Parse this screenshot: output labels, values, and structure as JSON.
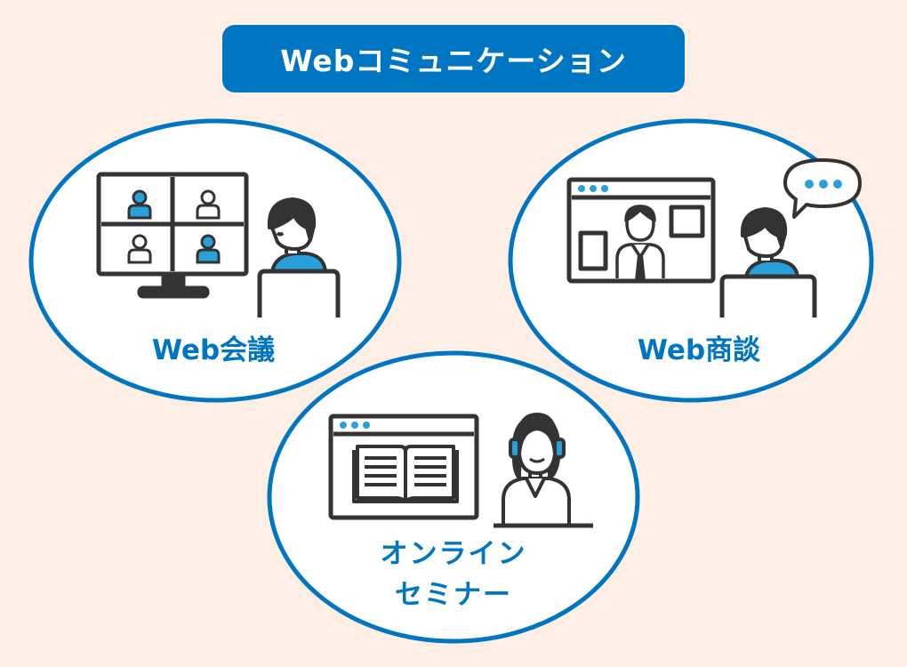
{
  "banner": {
    "title": "Webコミュニケーション"
  },
  "items": {
    "meeting": {
      "label": "Web会議"
    },
    "sales": {
      "label": "Web商談"
    },
    "seminar": {
      "label_line1": "オンライン",
      "label_line2": "セミナー"
    }
  },
  "colors": {
    "background": "#fdeee6",
    "accent": "#0075c2",
    "avatar_blue": "#29a0da",
    "ink": "#333333",
    "white": "#ffffff"
  }
}
